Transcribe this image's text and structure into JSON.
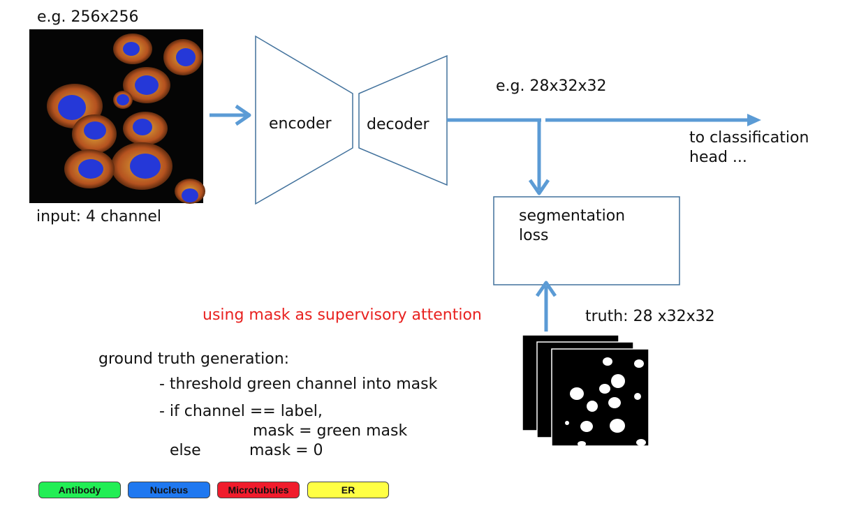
{
  "input_size": "e.g. 256x256",
  "input_caption": "input: 4 channel",
  "encoder_label": "encoder",
  "decoder_label": "decoder",
  "feature_size": "e.g. 28x32x32",
  "classification_head": [
    "to classification",
    "head ..."
  ],
  "segmentation_loss": [
    "segmentation",
    "loss"
  ],
  "attention_note": "using mask as supervisory attention",
  "truth_label": "truth: 28 x32x32",
  "ground_truth": {
    "heading": "ground truth generation:",
    "step1": "- threshold green channel into mask",
    "step2": "- if channel == label,",
    "step2b": "mask = green mask",
    "else_kw": "else",
    "else_val": "mask = 0"
  },
  "legend": [
    {
      "label": "Antibody",
      "color": "#22ee55"
    },
    {
      "label": "Nucleus",
      "color": "#1f78f0"
    },
    {
      "label": "Microtubules",
      "color": "#f01c2c"
    },
    {
      "label": "ER",
      "color": "#ffff44"
    }
  ],
  "colors": {
    "arrow": "#5b9bd5",
    "outline": "#41719c",
    "note": "#e8211f"
  }
}
